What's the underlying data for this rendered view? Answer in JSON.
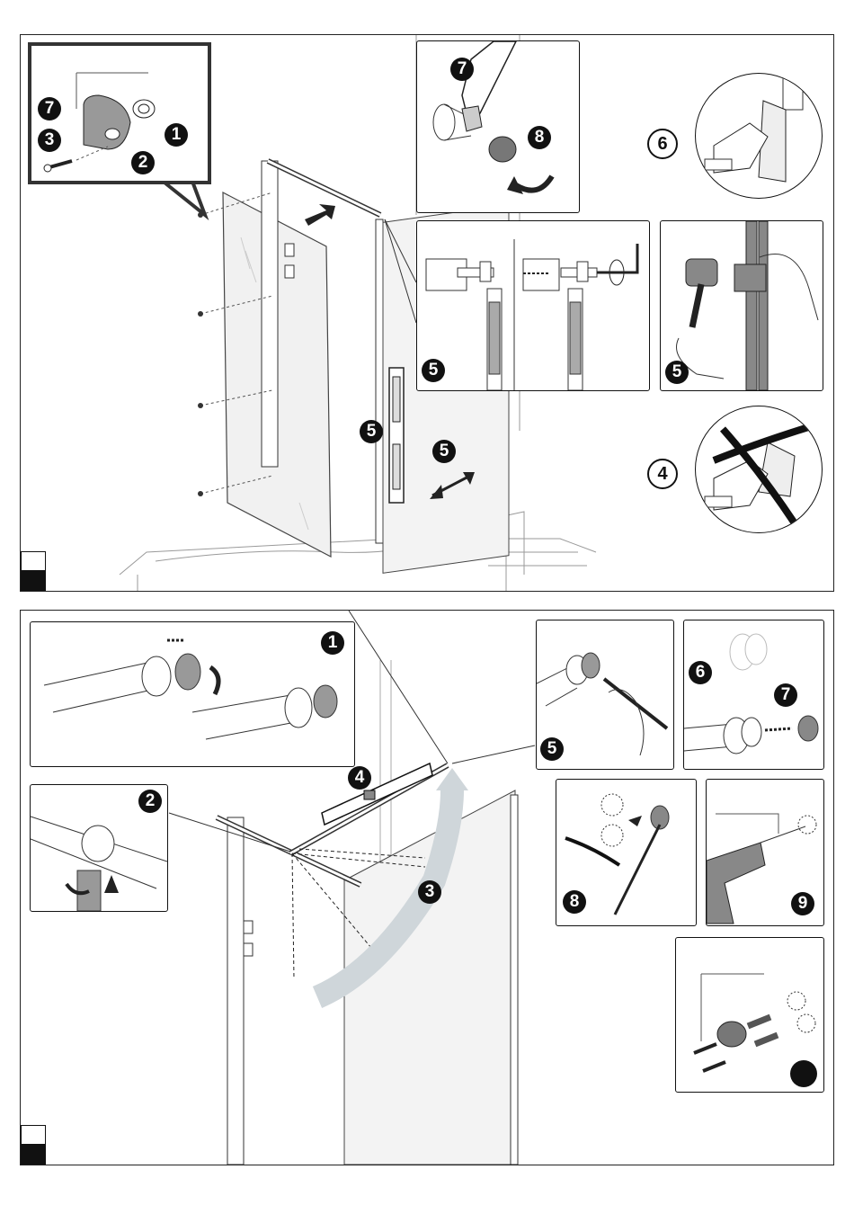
{
  "top_panel": {
    "callout_parts": [
      "7",
      "3",
      "2",
      "1"
    ],
    "inset_wrench": [
      "7",
      "8"
    ],
    "inset_adjust": [
      "5"
    ],
    "inset_hammer": [
      "5"
    ],
    "circle_seal_ok": "6",
    "circle_seal_wrong": "4",
    "main_steps": [
      "5",
      "5"
    ]
  },
  "bottom_panel": {
    "inset_cap": "1",
    "inset_elbow": "2",
    "main_steps": [
      "4",
      "3"
    ],
    "inset_marker": "5",
    "inset_remove": [
      "6",
      "7"
    ],
    "inset_check": "8",
    "inset_drill": "9"
  }
}
